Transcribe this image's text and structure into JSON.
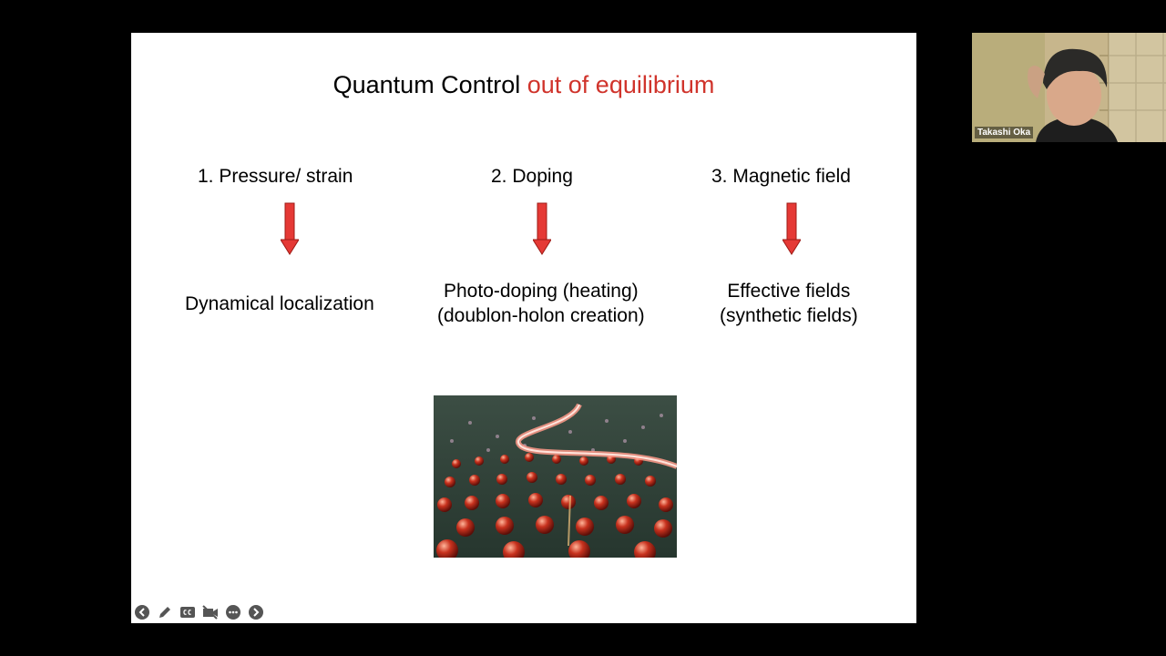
{
  "slide": {
    "title_main": "Quantum Control",
    "title_accent": "out of equilibrium",
    "columns": [
      {
        "heading": "1. Pressure/ strain",
        "result_line1": "Dynamical localization",
        "result_line2": ""
      },
      {
        "heading": "2. Doping",
        "result_line1": "Photo-doping (heating)",
        "result_line2": "(doublon-holon creation)"
      },
      {
        "heading": "3. Magnetic field",
        "result_line1": "Effective fields",
        "result_line2": "(synthetic fields)"
      }
    ]
  },
  "controls": [
    "previous-icon",
    "pen-icon",
    "captions-icon",
    "video-off-icon",
    "more-icon",
    "next-icon"
  ],
  "participant": {
    "name": "Takashi Oka"
  },
  "colors": {
    "accent": "#d0342c",
    "arrow": "#e53935"
  }
}
